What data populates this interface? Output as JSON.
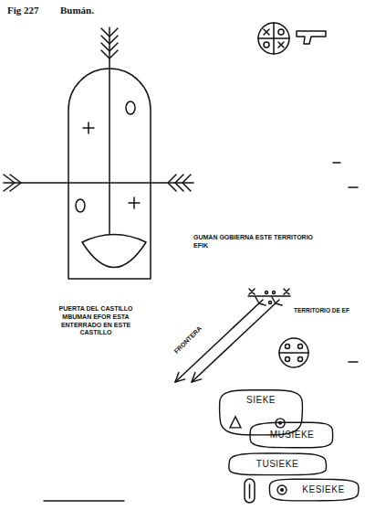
{
  "diagram": {
    "title": "Bumán.",
    "nodes": [
      {
        "text": [
          "SIEKE"
        ]
      },
      {
        "text": [
          "MUSIEKE"
        ]
      },
      {
        "text": [
          "TUSIEKE"
        ]
      },
      {
        "text": [
          "KESIEKE"
        ]
      }
    ],
    "labels": [
      "Fig 227",
      "GUMAN GOBIERNA ESTE TERRITORIO EFIK",
      "PUERTA DEL CASTILLO MBUMAN EFOR ESTA ENTERRADO EN ESTE CASTILLO",
      "TERRITORIO DE EF",
      "FRONTERA"
    ]
  }
}
